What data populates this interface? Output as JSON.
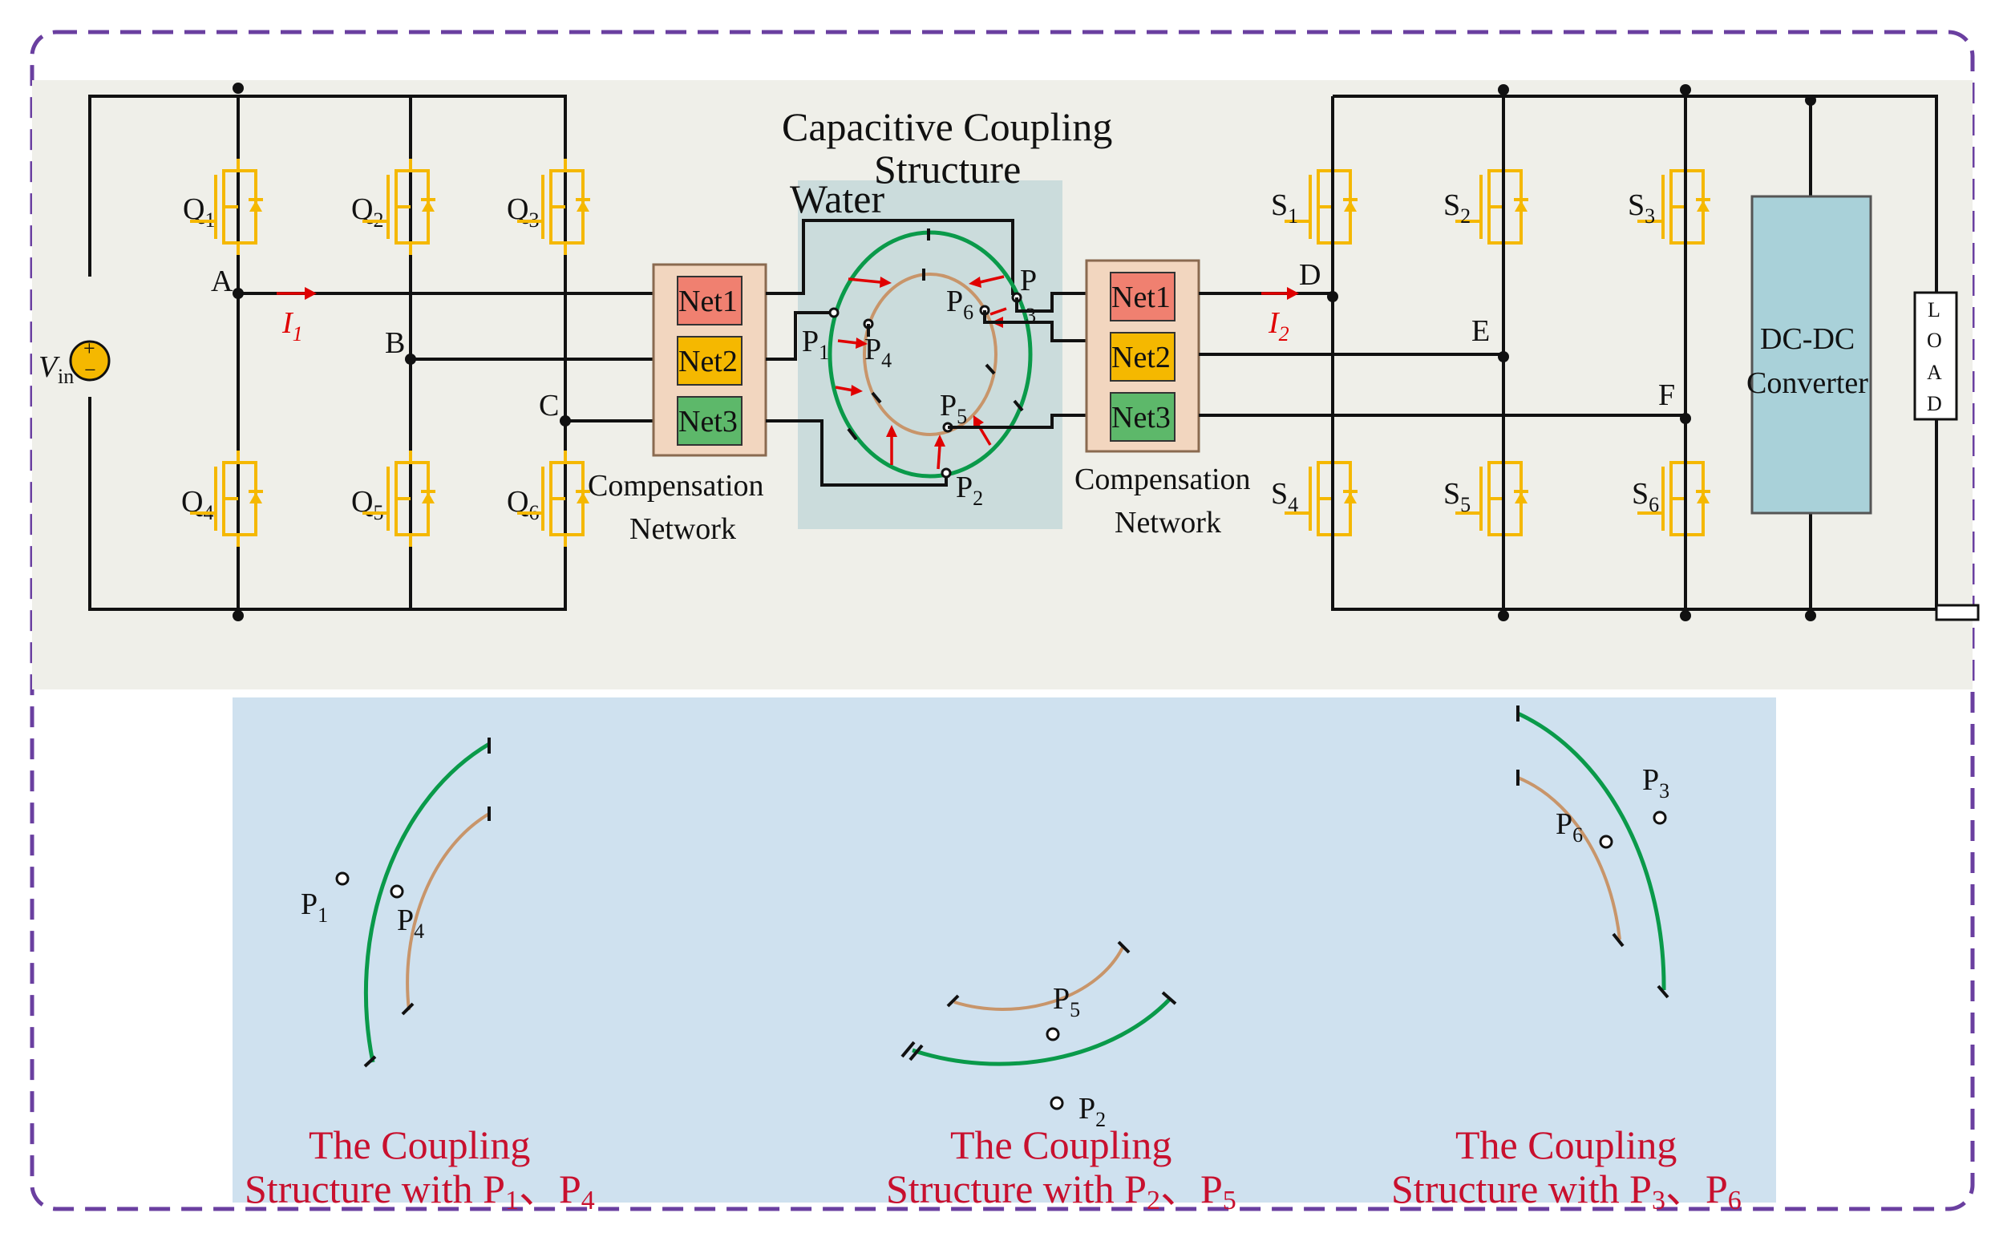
{
  "title": {
    "line1": "Capacitive Coupling",
    "line2": "Structure"
  },
  "water_label": "Water",
  "source_label": "V",
  "source_sub": "in",
  "inverter": {
    "switches": [
      "Q",
      "Q",
      "Q",
      "Q",
      "Q",
      "Q"
    ],
    "switch_subs": [
      "1",
      "2",
      "3",
      "4",
      "5",
      "6"
    ],
    "nodes": [
      "A",
      "B",
      "C"
    ],
    "current": "I",
    "current_sub": "1"
  },
  "rectifier": {
    "switches": [
      "S",
      "S",
      "S",
      "S",
      "S",
      "S"
    ],
    "switch_subs": [
      "1",
      "2",
      "3",
      "4",
      "5",
      "6"
    ],
    "nodes": [
      "D",
      "E",
      "F"
    ],
    "current": "I",
    "current_sub": "2"
  },
  "compensation_left": {
    "nets": [
      "Net1",
      "Net2",
      "Net3"
    ],
    "label_line1": "Compensation",
    "label_line2": "Network"
  },
  "compensation_right": {
    "nets": [
      "Net1",
      "Net2",
      "Net3"
    ],
    "label_line1": "Compensation",
    "label_line2": "Network"
  },
  "ports": {
    "p1": "P",
    "p1_sub": "1",
    "p2": "P",
    "p2_sub": "2",
    "p3": "P",
    "p3_sub": "3",
    "p4": "P",
    "p4_sub": "4",
    "p5": "P",
    "p5_sub": "5",
    "p6": "P",
    "p6_sub": "6"
  },
  "converter": {
    "line1": "DC-DC",
    "line2": "Converter"
  },
  "load": [
    "L",
    "O",
    "A",
    "D"
  ],
  "captions": [
    {
      "line1": "The Coupling",
      "line2_prefix": "Structure with P",
      "a_sub": "1",
      "sep": "、P",
      "b_sub": "4"
    },
    {
      "line1": "The Coupling",
      "line2_prefix": "Structure with P",
      "a_sub": "2",
      "sep": "、P",
      "b_sub": "5"
    },
    {
      "line1": "The Coupling",
      "line2_prefix": "Structure with P",
      "a_sub": "3",
      "sep": "、P",
      "b_sub": "6"
    }
  ],
  "colors": {
    "frame_dash": "#6a3fa0",
    "top_panel": "#efefe9",
    "bottom_panel": "#cfe1ef",
    "coupling_panel": "#cbdcdc",
    "net1": "#f08070",
    "net2": "#f5b800",
    "net3": "#5db86a",
    "comp_box": "#f2d6bf",
    "converter": "#a9d1d9",
    "switch": "#f5b800",
    "outer_electrode": "#0a9a4a",
    "inner_electrode": "#c8956a",
    "field_arrow": "#e00000",
    "caption": "#c8102e"
  }
}
